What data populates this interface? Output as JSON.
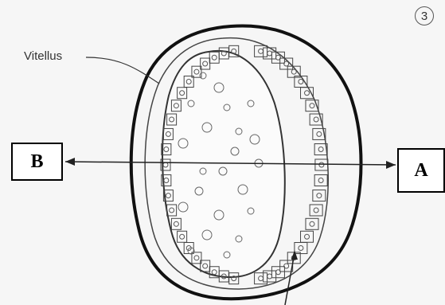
{
  "diagram": {
    "figure_number": "3",
    "vitellus_label": "Vitellus",
    "label_a": "A",
    "label_b": "B"
  }
}
